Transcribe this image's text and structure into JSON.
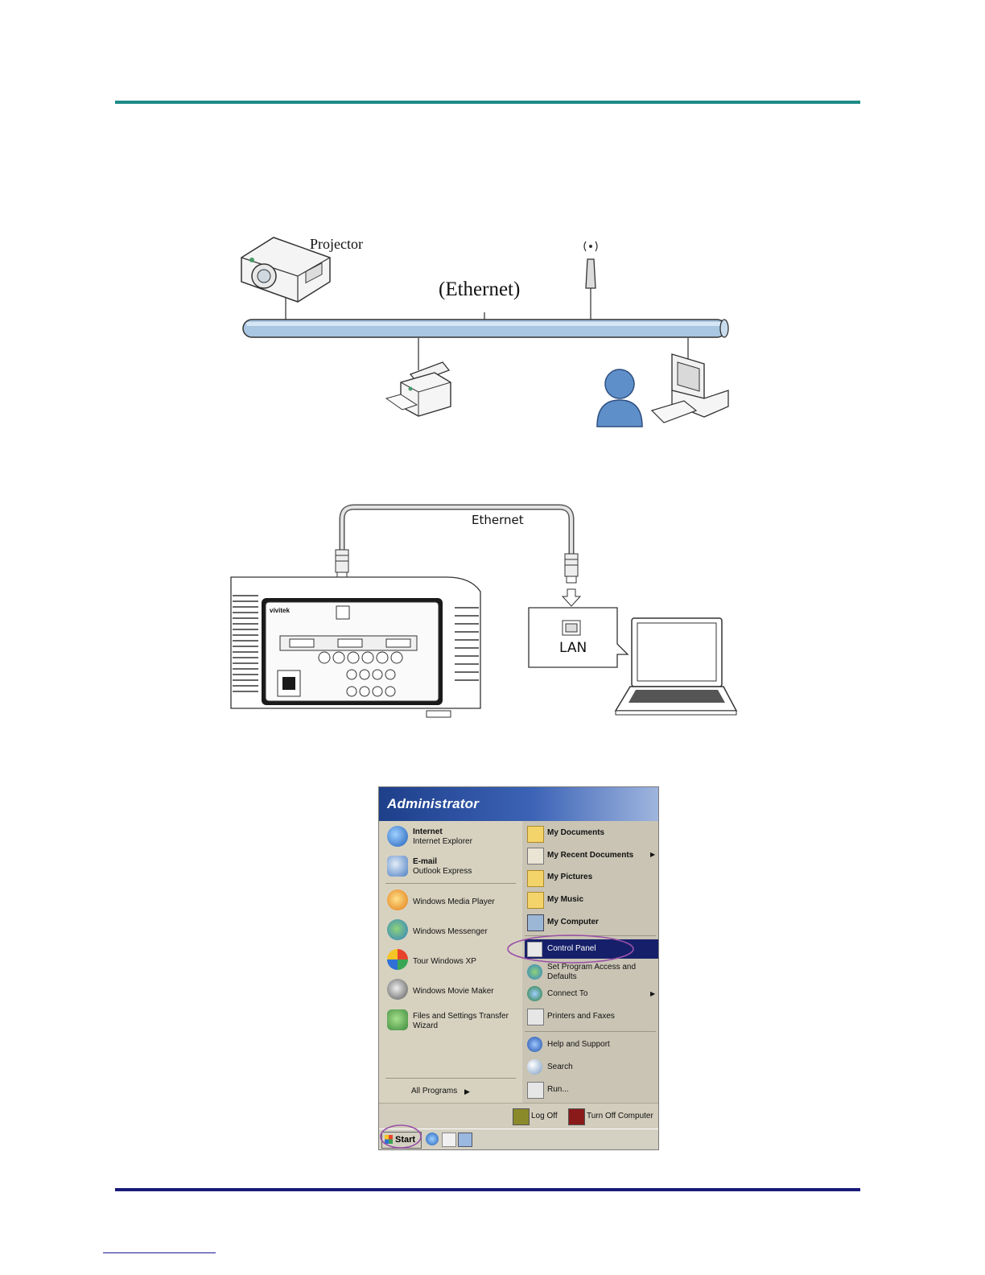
{
  "diagram1": {
    "projector_label": "Projector",
    "ethernet_label": "(Ethernet)"
  },
  "diagram2": {
    "ethernet_label": "Ethernet",
    "lan_label": "LAN",
    "brand_label": "vivitek"
  },
  "start_menu": {
    "user": "Administrator",
    "left_pinned": [
      {
        "title": "Internet",
        "subtitle": "Internet Explorer",
        "icon": "internet-explorer-icon"
      },
      {
        "title": "E-mail",
        "subtitle": "Outlook Express",
        "icon": "outlook-express-icon"
      }
    ],
    "left_recent": [
      {
        "label": "Windows Media Player",
        "icon": "media-player-icon"
      },
      {
        "label": "Windows Messenger",
        "icon": "messenger-icon"
      },
      {
        "label": "Tour Windows XP",
        "icon": "tour-xp-icon"
      },
      {
        "label": "Windows Movie Maker",
        "icon": "movie-maker-icon"
      },
      {
        "label": "Files and Settings Transfer",
        "label2": "Wizard",
        "icon": "transfer-wizard-icon"
      }
    ],
    "all_programs": "All Programs",
    "right_items": [
      {
        "label": "My Documents",
        "bold": true,
        "icon": "folder-documents-icon"
      },
      {
        "label": "My Recent Documents",
        "bold": true,
        "icon": "recent-documents-icon",
        "arrow": true
      },
      {
        "label": "My Pictures",
        "bold": true,
        "icon": "folder-pictures-icon"
      },
      {
        "label": "My Music",
        "bold": true,
        "icon": "folder-music-icon"
      },
      {
        "label": "My Computer",
        "bold": true,
        "icon": "computer-icon"
      },
      {
        "label": "Control Panel",
        "icon": "control-panel-icon"
      },
      {
        "label": "Set Program Access and",
        "label2": "Defaults",
        "icon": "program-access-icon"
      },
      {
        "label": "Connect To",
        "icon": "connect-to-icon",
        "arrow": true
      },
      {
        "label": "Printers and Faxes",
        "icon": "printer-icon"
      },
      {
        "label": "Help and Support",
        "icon": "help-icon"
      },
      {
        "label": "Search",
        "icon": "search-icon"
      },
      {
        "label": "Run...",
        "icon": "run-icon"
      }
    ],
    "log_off": "Log Off",
    "turn_off": "Turn Off Computer",
    "start": "Start"
  }
}
